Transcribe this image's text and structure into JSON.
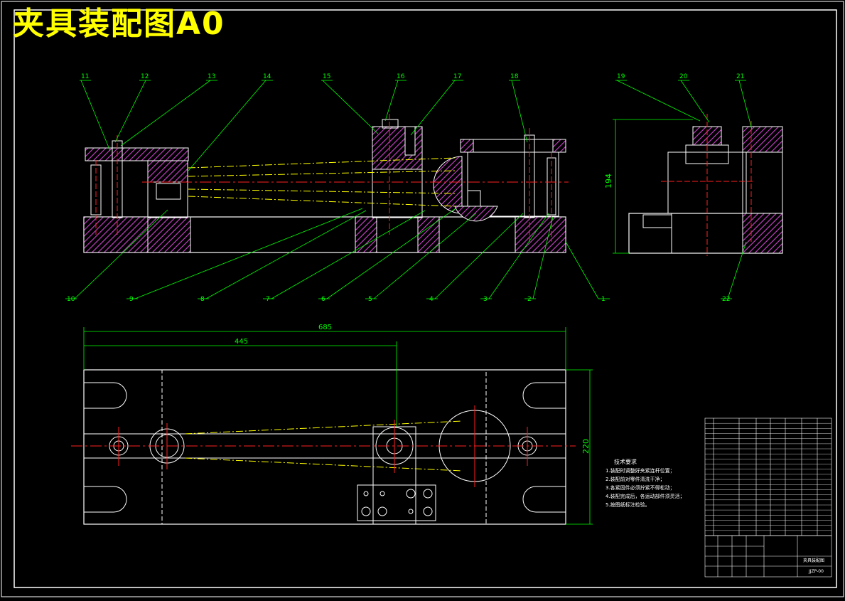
{
  "drawing": {
    "title": "夹具装配图A0"
  },
  "callouts": {
    "top": [
      "11",
      "12",
      "13",
      "14",
      "15",
      "16",
      "17",
      "18",
      "19",
      "20",
      "21"
    ],
    "bottom": [
      "10",
      "9",
      "8",
      "7",
      "6",
      "5",
      "4",
      "3",
      "2",
      "1",
      "22"
    ]
  },
  "dimensions": {
    "height_side": "194",
    "overall_length": "685",
    "partial_length": "445",
    "plan_width": "220"
  },
  "tech_requirements": {
    "heading": "技术要求",
    "lines": [
      "1.装配时调整好夹紧连杆位置；",
      "2.装配前对零件清洗干净；",
      "3.各紧固件必须拧紧不得松动；",
      "4.装配完成后，各运动部件须灵活；",
      "5.按图纸标注检验。"
    ]
  },
  "title_block": {
    "drawing_name": "夹具装配图",
    "drawing_number": "JJZP-00"
  },
  "colors": {
    "background": "#000000",
    "outline": "#ffffff",
    "title": "#ffff00",
    "leader": "#00ff00",
    "hatch": "#cc44cc",
    "center": "#ff2020",
    "hidden": "#ffff00"
  }
}
